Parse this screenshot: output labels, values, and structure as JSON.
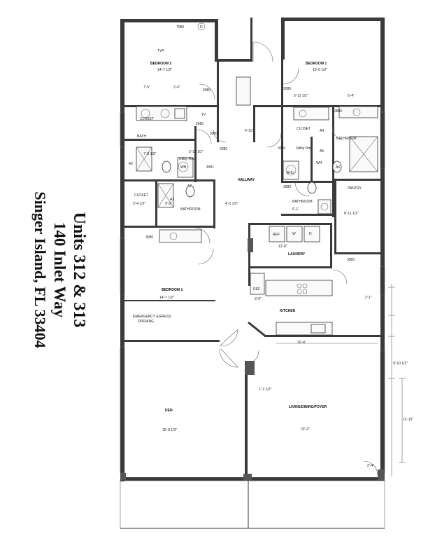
{
  "caption": {
    "line1": "Units 312 & 313",
    "line2": "140 Inlet Way",
    "line3": "Singer Island, FL 33404"
  },
  "rooms": [
    {
      "id": "bedroom2-name",
      "text": "BEDROOM 2"
    },
    {
      "id": "bedroom2-dim",
      "text": "14'-7 1/2\""
    },
    {
      "id": "bedroom2-typ",
      "text": "TYP."
    },
    {
      "id": "bedroom1-top-name",
      "text": "BEDROOM 1"
    },
    {
      "id": "bedroom1-top-dim",
      "text": "13'-0 1/2\""
    },
    {
      "id": "closet-top-left",
      "text": "CLOSET"
    },
    {
      "id": "bath-top-left",
      "text": "BATH"
    },
    {
      "id": "utility-left",
      "text": "Utility Rm."
    },
    {
      "id": "closet-mid-right",
      "text": "CLOSET"
    },
    {
      "id": "utility-right",
      "text": "Utility Rm."
    },
    {
      "id": "bathroom-right-top",
      "text": "BATHROOM"
    },
    {
      "id": "hallway",
      "text": "HALLWAY"
    },
    {
      "id": "closet-left-mid",
      "text": "CLOSET"
    },
    {
      "id": "bathroom-left",
      "text": "BATHROOM"
    },
    {
      "id": "bathroom-right-mid",
      "text": "BATHROOM"
    },
    {
      "id": "pantry",
      "text": "PANTRY"
    },
    {
      "id": "laundry",
      "text": "LAUNDRY"
    },
    {
      "id": "bedroom1-left-name",
      "text": "BEDROOM 1"
    },
    {
      "id": "bedroom1-left-dim",
      "text": "14'-7 1/2\""
    },
    {
      "id": "kitchen",
      "text": "KITCHEN"
    },
    {
      "id": "egress",
      "text": "EMERGENCY EGRESS"
    },
    {
      "id": "egress2",
      "text": "OPENING"
    },
    {
      "id": "den",
      "text": "DEN"
    },
    {
      "id": "den-dim",
      "text": "15'-8 1/2\""
    },
    {
      "id": "living",
      "text": "LIVING/DINING/FOYER"
    },
    {
      "id": "living-dim",
      "text": "23'-4\""
    }
  ],
  "tags": [
    {
      "id": "t7080",
      "text": "7080"
    },
    {
      "id": "t3080a",
      "text": "3080"
    },
    {
      "id": "t3080b",
      "text": "3080"
    },
    {
      "id": "t2680a",
      "text": "2680"
    },
    {
      "id": "t3080c",
      "text": "3080"
    },
    {
      "id": "t2080",
      "text": "2080"
    },
    {
      "id": "t3080d",
      "text": "3080"
    },
    {
      "id": "t2880a",
      "text": "2880"
    },
    {
      "id": "t2880b",
      "text": "2880"
    },
    {
      "id": "t3080e",
      "text": "3080"
    },
    {
      "id": "t3080f",
      "text": "3080"
    },
    {
      "id": "a2",
      "text": "A2"
    },
    {
      "id": "a3",
      "text": "A3"
    },
    {
      "id": "a4",
      "text": "A4"
    },
    {
      "id": "a5",
      "text": "A5"
    },
    {
      "id": "a6",
      "text": "A6"
    },
    {
      "id": "a7",
      "text": "A7"
    },
    {
      "id": "ref1",
      "text": "REF"
    },
    {
      "id": "ref2",
      "text": "REF"
    },
    {
      "id": "wh1",
      "text": "WH"
    },
    {
      "id": "ahu1",
      "text": "AHU"
    },
    {
      "id": "wh2",
      "text": "WH"
    },
    {
      "id": "ahu2",
      "text": "AHU"
    },
    {
      "id": "w",
      "text": "W"
    },
    {
      "id": "d",
      "text": "D"
    },
    {
      "id": "tv",
      "text": "TV"
    },
    {
      "id": "d-circle",
      "text": "D"
    }
  ],
  "dims": [
    {
      "id": "d1",
      "text": "7'-5\""
    },
    {
      "id": "d2",
      "text": "2'-6\""
    },
    {
      "id": "d3",
      "text": "5'-4 1/2\""
    },
    {
      "id": "d4",
      "text": "9'-3\""
    },
    {
      "id": "d5",
      "text": "4'-3 1/2\""
    },
    {
      "id": "d6",
      "text": "12'-8\""
    },
    {
      "id": "d7",
      "text": "6'-1\""
    },
    {
      "id": "d8",
      "text": "5'-11 1/2\""
    },
    {
      "id": "d9",
      "text": "8'-11 1/2\""
    },
    {
      "id": "d10",
      "text": "10'-4\""
    },
    {
      "id": "d11",
      "text": "1'-2 1/2\""
    },
    {
      "id": "d12",
      "text": "2'-1\""
    },
    {
      "id": "d13",
      "text": "9'-10 1/2\""
    },
    {
      "id": "d14",
      "text": "11'-10\""
    },
    {
      "id": "d15",
      "text": "7'-8 1/2\""
    },
    {
      "id": "d16",
      "text": "5'-11 1/2\""
    },
    {
      "id": "d17",
      "text": "3'-0\""
    },
    {
      "id": "d18",
      "text": "4'-10\""
    },
    {
      "id": "d19",
      "text": "6'-4\""
    },
    {
      "id": "d20",
      "text": "2'-4\""
    }
  ]
}
